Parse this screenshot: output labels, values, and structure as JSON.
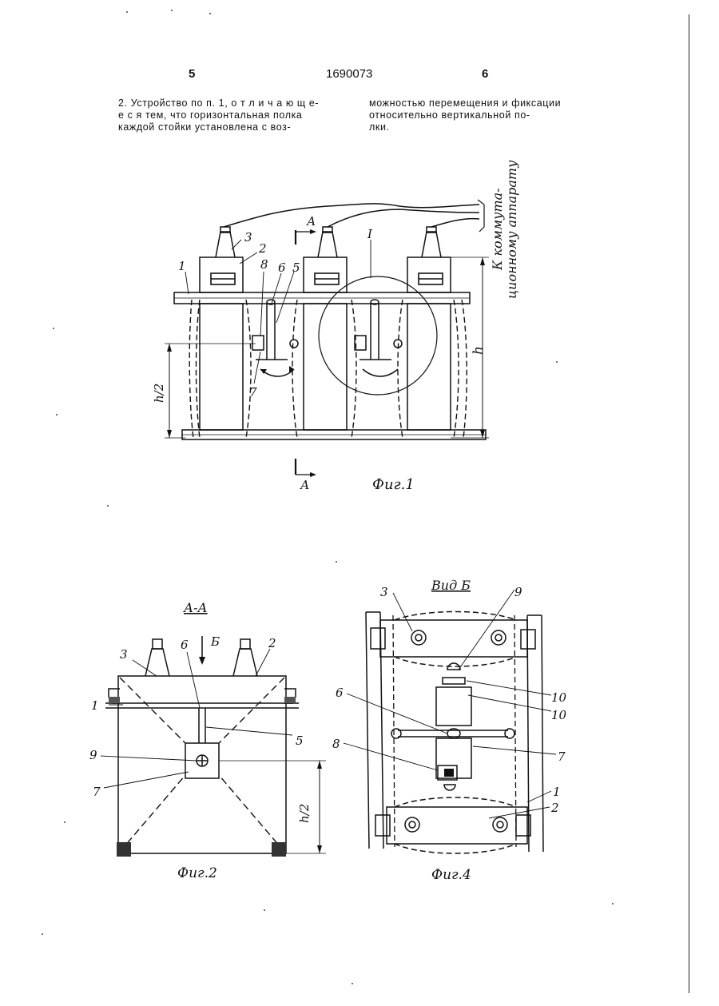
{
  "header": {
    "page_left": "5",
    "patent_number": "1690073",
    "page_right": "6"
  },
  "claim": {
    "col1": [
      "2. Устройство по п. 1, о т л и ч а ю щ е-",
      "е с я    тем, что горизонтальная полка",
      "каждой стойки установлена с воз-"
    ],
    "col2": [
      "можностью перемещения и фиксации",
      "относительно вертикальной по-",
      "лки."
    ]
  },
  "fig1": {
    "caption": "Фиг.1",
    "section_top": "А",
    "section_bottom": "А",
    "detail": "I",
    "height_label": "h",
    "half_height_label": "h/2",
    "connection_note_line1": "К коммута-",
    "connection_note_line2": "ционному аппарату",
    "labels": {
      "n1": "1",
      "n2": "2",
      "n3": "3",
      "n5": "5",
      "n6": "6",
      "n7": "7",
      "n8": "8"
    }
  },
  "fig2": {
    "title": "А-А",
    "caption": "Фиг.2",
    "view_arrow": "Б",
    "half_height_label": "h/2",
    "labels": {
      "n1": "1",
      "n2": "2",
      "n3": "3",
      "n5": "5",
      "n6": "6",
      "n7": "7",
      "n9": "9"
    }
  },
  "fig4": {
    "title": "Вид Б",
    "caption": "Фиг.4",
    "labels": {
      "n1": "1",
      "n2": "2",
      "n3": "3",
      "n6": "6",
      "n7": "7",
      "n8": "8",
      "n9": "9",
      "n10a": "10",
      "n10b": "10"
    }
  }
}
